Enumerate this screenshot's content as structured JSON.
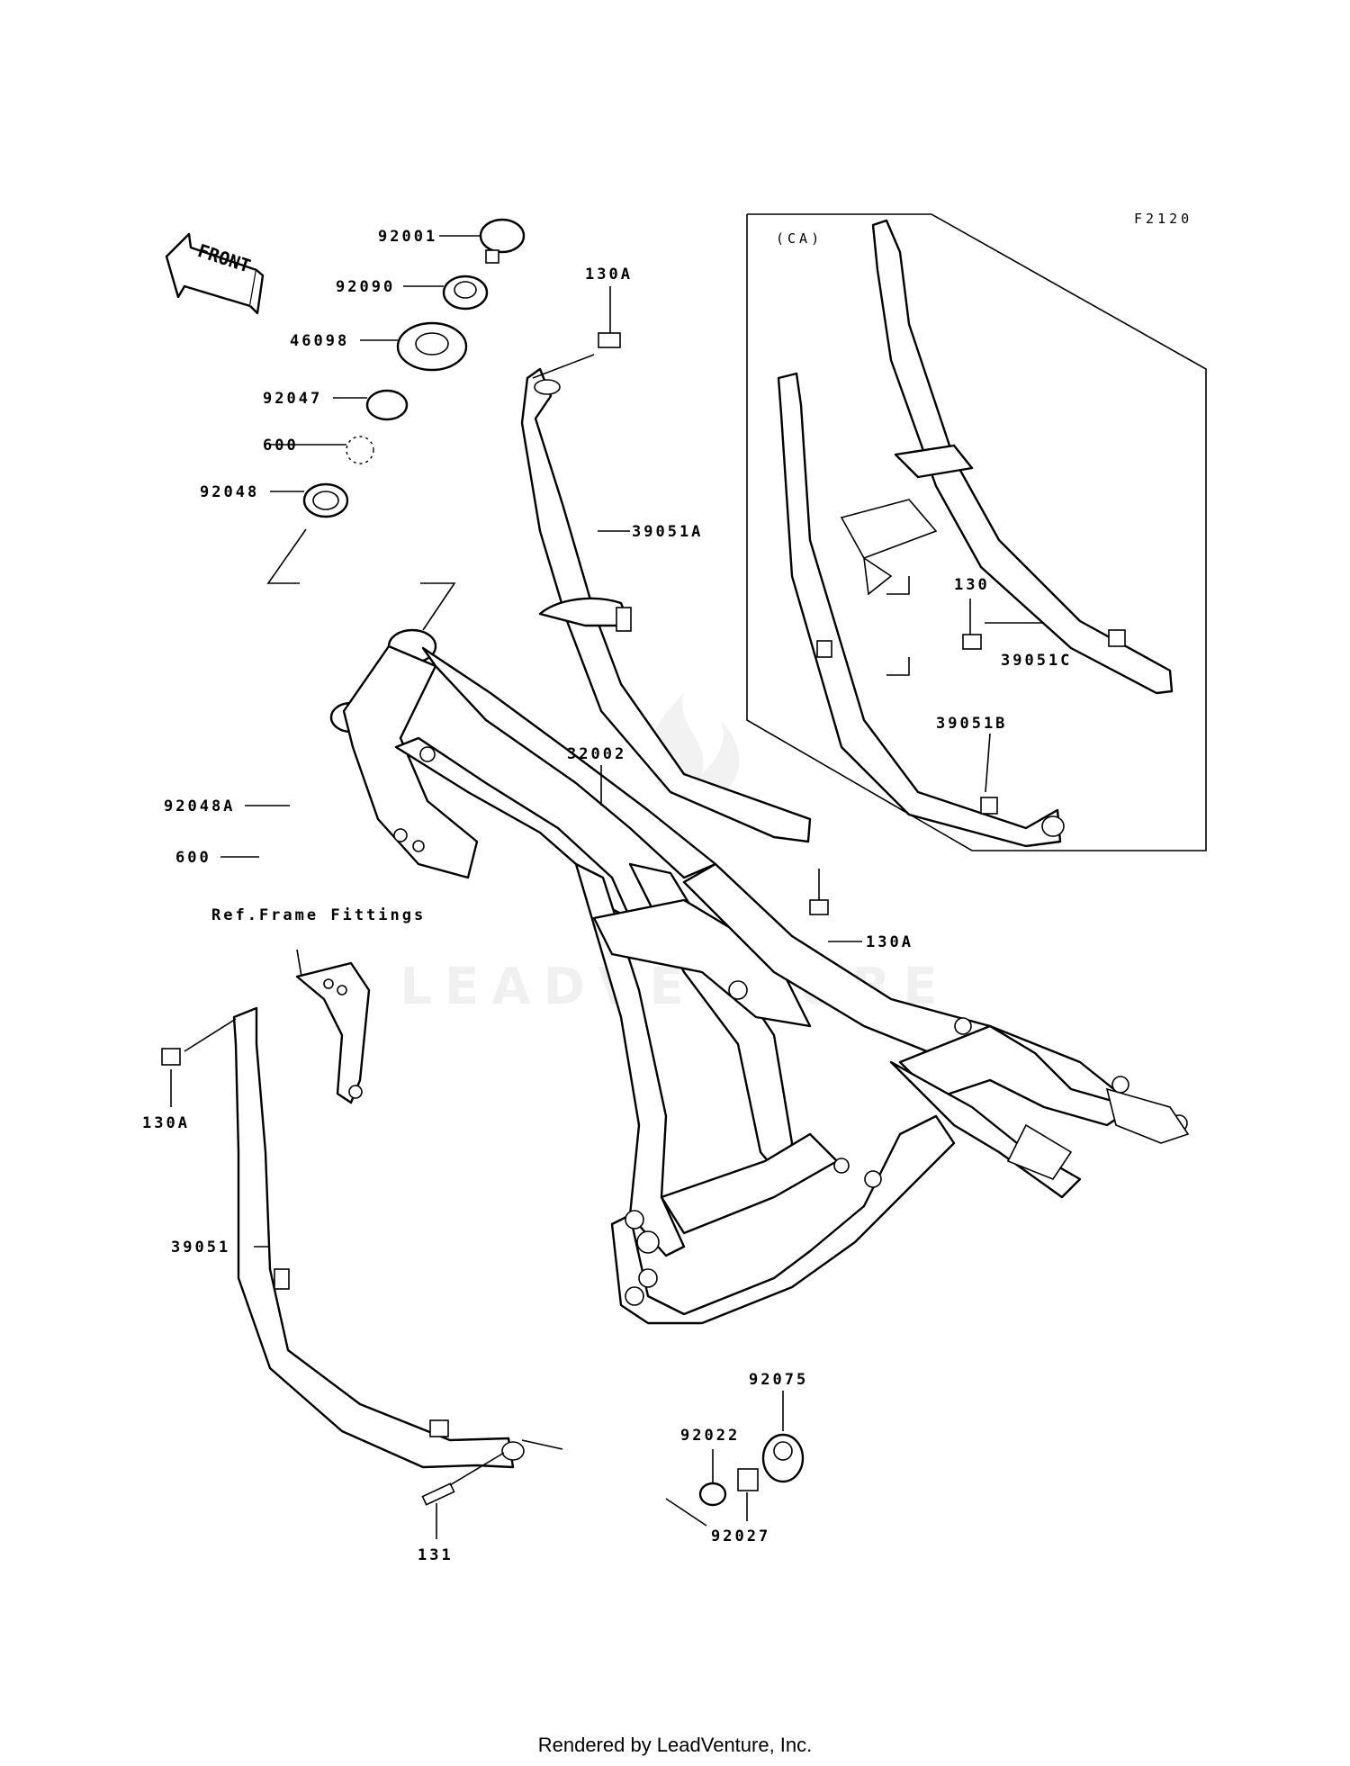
{
  "figure_code": "F2120",
  "inset_label": "(CA)",
  "front_arrow_label": "FRONT",
  "watermark": "LEADVENTURE",
  "reference_note": "Ref.Frame Fittings",
  "footer": "Rendered by LeadVenture, Inc.",
  "part_numbers": {
    "p92001": "92001",
    "p92090": "92090",
    "p46098": "46098",
    "p92047": "92047",
    "p600_top": "600",
    "p92048": "92048",
    "p130A_top": "130A",
    "p39051A": "39051A",
    "p32002": "32002",
    "p92048A": "92048A",
    "p600_bottom": "600",
    "p130A_mid": "130A",
    "p130A_left": "130A",
    "p39051": "39051",
    "p131": "131",
    "p130": "130",
    "p39051C": "39051C",
    "p39051B": "39051B",
    "p92075": "92075",
    "p92022": "92022",
    "p92027": "92027"
  }
}
